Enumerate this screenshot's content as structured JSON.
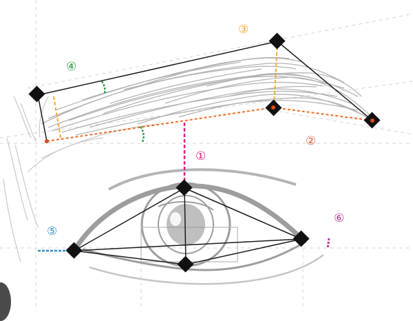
{
  "labels": {
    "n1": "①",
    "n2": "②",
    "n3": "③",
    "n4": "④",
    "n5": "⑤",
    "n6": "⑥"
  },
  "colors": {
    "n1": "#d6208a",
    "n2": "#e4634a",
    "n3": "#f2a82e",
    "n4": "#2aa046",
    "n5": "#2a8fc4",
    "n6": "#b43a8e",
    "baseline_orange": "#f06a22",
    "outline": "#1a1a1a",
    "sketch_gray": "#a8a8a8",
    "guide_gray": "#cfcfcf"
  }
}
